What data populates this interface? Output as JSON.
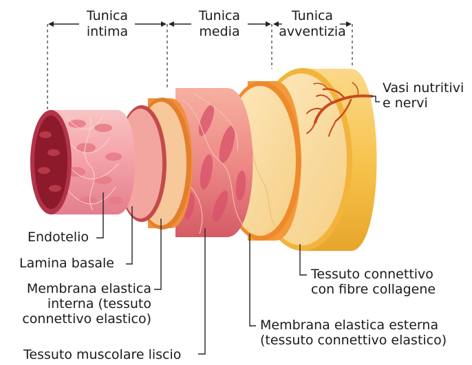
{
  "diagram": {
    "headers": [
      {
        "id": "intima",
        "line1": "Tunica",
        "line2": "intima"
      },
      {
        "id": "media",
        "line1": "Tunica",
        "line2": "media"
      },
      {
        "id": "avventizia",
        "line1": "Tunica",
        "line2": "avventizia"
      }
    ],
    "labels": {
      "vasi": {
        "line1": "Vasi nutritivi",
        "line2": "e nervi"
      },
      "endotelio": {
        "line1": "Endotelio"
      },
      "lamina": {
        "line1": "Lamina basale"
      },
      "membrana_interna": {
        "line1": "Membrana elastica",
        "line2": "interna (tessuto",
        "line3": "connettivo elastico)"
      },
      "muscolare": {
        "line1": "Tessuto muscolare liscio"
      },
      "connettivo": {
        "line1": "Tessuto connettivo",
        "line2": "con fibre collagene"
      },
      "membrana_esterna": {
        "line1": "Membrana elastica esterna",
        "line2": "(tessuto connettivo elastico)"
      }
    },
    "colors": {
      "avventizia_outer": "#f6c24a",
      "avventizia_face": "#fbe2a4",
      "membrana_esterna": "#f39a3a",
      "media_outer": "#e45c6a",
      "media_face": "#f7b6a2",
      "membrana_interna": "#f0903c",
      "intima": "#f4a0a8",
      "lumen": "#8c1a2a"
    }
  }
}
